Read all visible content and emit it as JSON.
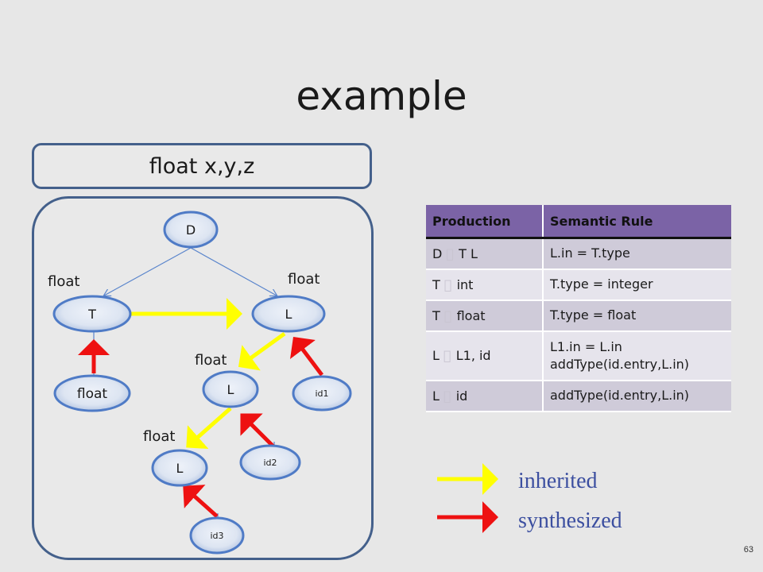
{
  "slide": {
    "title": "example",
    "page_number": "63"
  },
  "declaration": "float x,y,z",
  "tree": {
    "nodes": {
      "d": "D",
      "t": "T",
      "l1": "L",
      "float_leaf": "float",
      "l2": "L",
      "id1": "id1",
      "l3": "L",
      "id2": "id2",
      "id3": "id3"
    },
    "edge_labels": {
      "t": "float",
      "l1": "float",
      "l2": "float",
      "l3": "float"
    }
  },
  "table": {
    "headers": [
      "Production",
      "Semantic Rule"
    ],
    "rows": [
      {
        "lhs": "D",
        "rhs": "T L",
        "rule": [
          "L.in = T.type"
        ]
      },
      {
        "lhs": "T",
        "rhs": "int",
        "rule": [
          "T.type = integer"
        ]
      },
      {
        "lhs": "T",
        "rhs": "float",
        "rule": [
          "T.type = float"
        ]
      },
      {
        "lhs": "L",
        "rhs": "L1, id",
        "rule": [
          "L1.in = L.in",
          "addType(id.entry,L.in)"
        ]
      },
      {
        "lhs": "L",
        "rhs": "id",
        "rule": [
          "addType(id.entry,L.in)"
        ]
      }
    ],
    "arrow_glyph": ""
  },
  "legend": {
    "inherited": {
      "label": "inherited",
      "color": "#ffff00"
    },
    "synthesized": {
      "label": "synthesized",
      "color": "#ee1111"
    }
  },
  "colors": {
    "node_fill": "#5a85cc",
    "node_inner": "#e8eef8",
    "frame": "#44608b",
    "table_header": "#7b63a6"
  }
}
